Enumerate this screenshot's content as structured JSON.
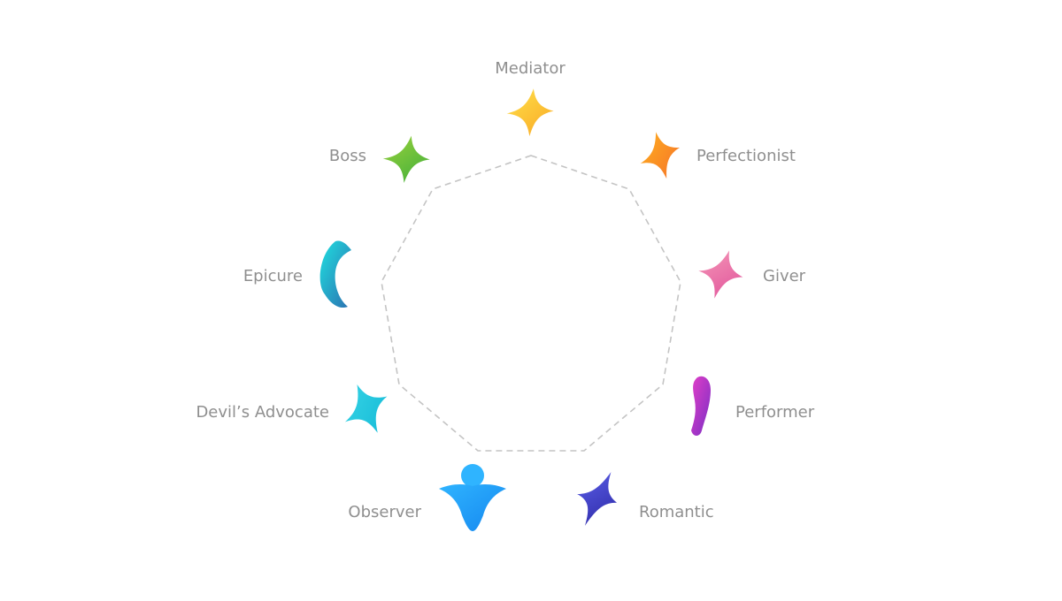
{
  "diagram": {
    "outline_style": "dashed",
    "outline_color": "#c4c4c4",
    "label_color": "#8f8f8f",
    "nodes": [
      {
        "id": "mediator",
        "label": "Mediator",
        "icon": "yellow-four-point-blob-icon",
        "color_from": "#ffe14a",
        "color_to": "#f9a825",
        "shape": "star"
      },
      {
        "id": "perfectionist",
        "label": "Perfectionist",
        "icon": "orange-four-point-blob-icon",
        "color_from": "#ffb21e",
        "color_to": "#f5702a",
        "shape": "star"
      },
      {
        "id": "giver",
        "label": "Giver",
        "icon": "pink-four-point-blob-icon",
        "color_from": "#f59ab8",
        "color_to": "#e0509a",
        "shape": "star"
      },
      {
        "id": "performer",
        "label": "Performer",
        "icon": "magenta-ribbon-blob-icon",
        "color_from": "#e23ec8",
        "color_to": "#7a2fc4",
        "shape": "ribbon"
      },
      {
        "id": "romantic",
        "label": "Romantic",
        "icon": "indigo-four-point-blob-icon",
        "color_from": "#5b5ee8",
        "color_to": "#2d2aa6",
        "shape": "star"
      },
      {
        "id": "observer",
        "label": "Observer",
        "icon": "blue-figure-blob-icon",
        "color_from": "#2fb4ff",
        "color_to": "#1587ef",
        "shape": "figure"
      },
      {
        "id": "devils-advocate",
        "label": "Devil’s Advocate",
        "icon": "cyan-four-point-blob-icon",
        "color_from": "#3ad6e6",
        "color_to": "#12b8d6",
        "shape": "star"
      },
      {
        "id": "epicure",
        "label": "Epicure",
        "icon": "teal-crescent-blob-icon",
        "color_from": "#1fe0e0",
        "color_to": "#2c6fb0",
        "shape": "crescent"
      },
      {
        "id": "boss",
        "label": "Boss",
        "icon": "green-four-point-blob-icon",
        "color_from": "#9bd23c",
        "color_to": "#3fae3a",
        "shape": "star"
      }
    ]
  }
}
